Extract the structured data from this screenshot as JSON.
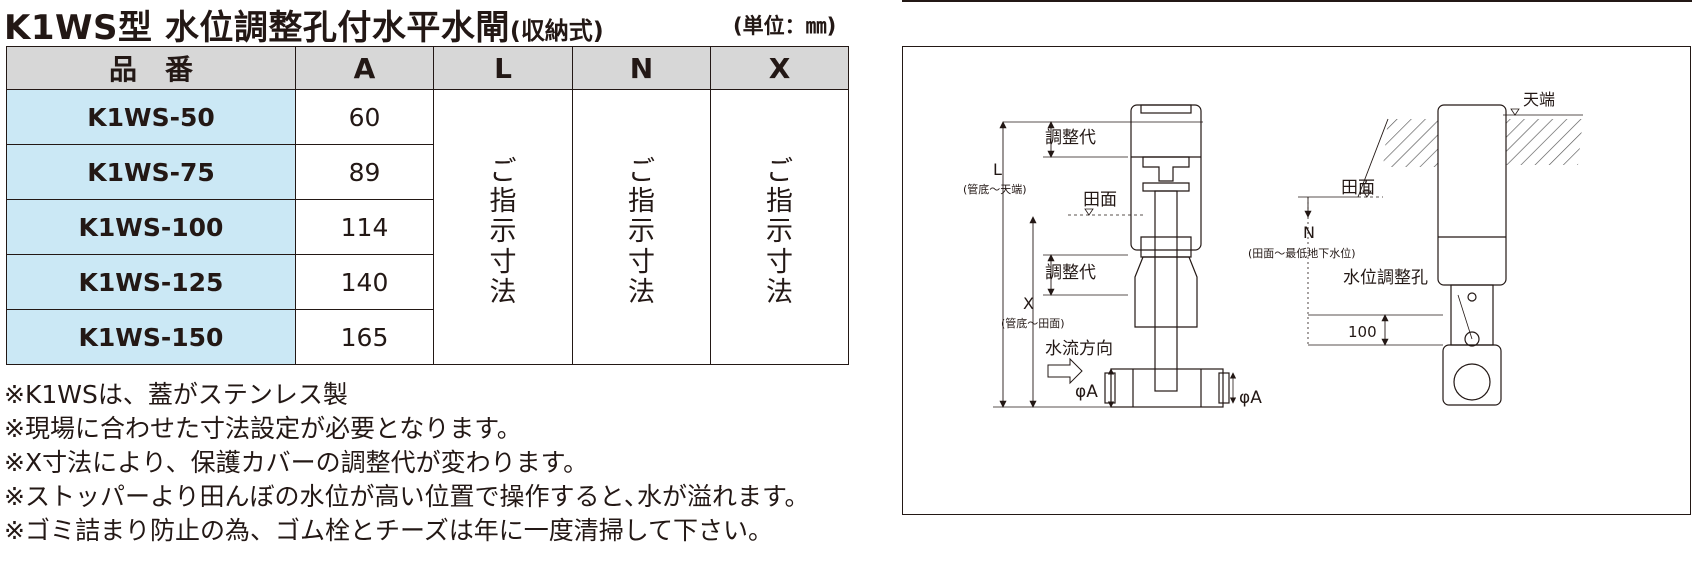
{
  "title": {
    "main": "K1WS型 水位調整孔付水平水閘",
    "sub": "(収納式)",
    "unit": "(単位：㎜)"
  },
  "table": {
    "headers": [
      "品　番",
      "A",
      "L",
      "N",
      "X"
    ],
    "rows": [
      {
        "hinban": "K1WS-50",
        "a": "60"
      },
      {
        "hinban": "K1WS-75",
        "a": "89"
      },
      {
        "hinban": "K1WS-100",
        "a": "114"
      },
      {
        "hinban": "K1WS-125",
        "a": "140"
      },
      {
        "hinban": "K1WS-150",
        "a": "165"
      }
    ],
    "merged_value": "ご指示寸法"
  },
  "notes": [
    "※K1WSは、蓋がステンレス製",
    "※現場に合わせた寸法設定が必要となります。",
    "※X寸法により、保護カバーの調整代が変わります。",
    "※ストッパーより田んぼの水位が高い位置で操作すると､水が溢れます。",
    "※ゴミ詰まり防止の為、ゴム栓とチーズは年に一度清掃して下さい。"
  ],
  "diagram": {
    "left_view": {
      "adjust_top": "調整代",
      "L": "L",
      "L_note": "(管底～天端)",
      "field_surface": "田面",
      "adjust_bottom": "調整代",
      "X": "X",
      "X_note": "(管底～田面)",
      "flow_direction": "水流方向",
      "phiA_left": "φA",
      "phiA_right": "φA"
    },
    "right_view": {
      "top_end": "天端",
      "field_surface": "田面",
      "N": "N",
      "N_note": "(田面～最低地下水位)",
      "level_hole": "水位調整孔",
      "dim_100": "100"
    }
  }
}
